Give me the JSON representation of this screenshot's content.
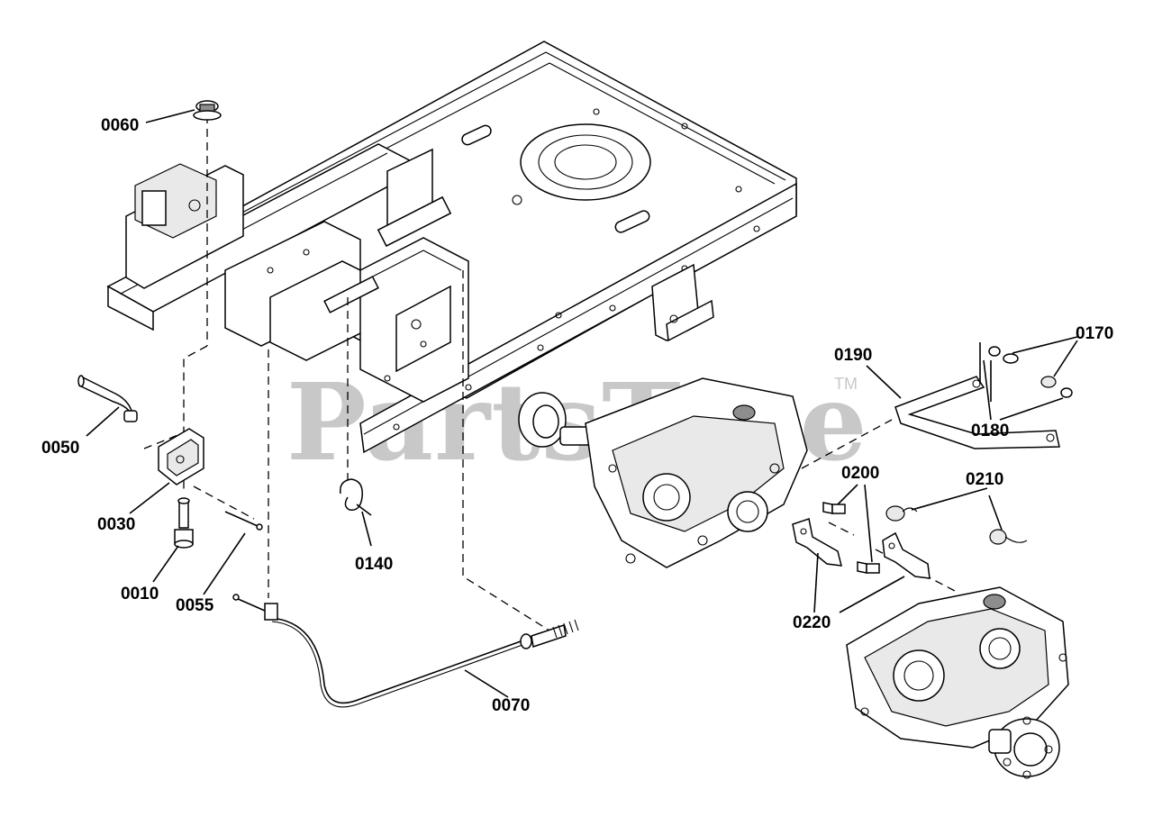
{
  "watermark": {
    "text": "PartsTree",
    "trademark": "TM"
  },
  "callouts": [
    {
      "id": "0060",
      "label": "0060"
    },
    {
      "id": "0050",
      "label": "0050"
    },
    {
      "id": "0030",
      "label": "0030"
    },
    {
      "id": "0010",
      "label": "0010"
    },
    {
      "id": "0055",
      "label": "0055"
    },
    {
      "id": "0140",
      "label": "0140"
    },
    {
      "id": "0070",
      "label": "0070"
    },
    {
      "id": "0190",
      "label": "0190"
    },
    {
      "id": "0170",
      "label": "0170"
    },
    {
      "id": "0180",
      "label": "0180"
    },
    {
      "id": "0200",
      "label": "0200"
    },
    {
      "id": "0210",
      "label": "0210"
    },
    {
      "id": "0220",
      "label": "0220"
    }
  ]
}
